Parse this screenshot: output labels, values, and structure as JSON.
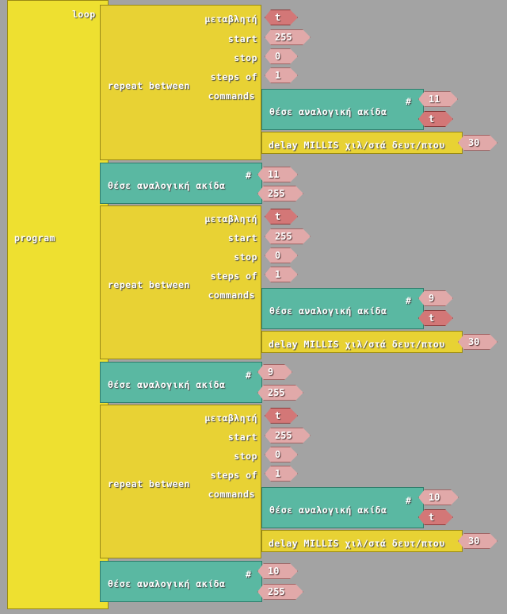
{
  "program": {
    "label": "program",
    "loop_label": "loop"
  },
  "loops": [
    {
      "repeat_label": "repeat between",
      "var_label": "μεταβλητή",
      "start_label": "start",
      "stop_label": "stop",
      "steps_label": "steps of",
      "commands_label": "commands",
      "var": "t",
      "start": "255",
      "stop": "0",
      "steps": "1",
      "analog_label": "θέσε αναλογική ακίδα",
      "pin_hash": "#",
      "pin": "11",
      "pin_value": "t",
      "delay_label": "delay MILLIS  χιλ/στά δευτ/πτου",
      "delay": "30"
    },
    {
      "repeat_label": "repeat between",
      "var_label": "μεταβλητή",
      "start_label": "start",
      "stop_label": "stop",
      "steps_label": "steps of",
      "commands_label": "commands",
      "var": "t",
      "start": "255",
      "stop": "0",
      "steps": "1",
      "analog_label": "θέσε αναλογική ακίδα",
      "pin_hash": "#",
      "pin": "9",
      "pin_value": "t",
      "delay_label": "delay MILLIS  χιλ/στά δευτ/πτου",
      "delay": "30"
    },
    {
      "repeat_label": "repeat between",
      "var_label": "μεταβλητή",
      "start_label": "start",
      "stop_label": "stop",
      "steps_label": "steps of",
      "commands_label": "commands",
      "var": "t",
      "start": "255",
      "stop": "0",
      "steps": "1",
      "analog_label": "θέσε αναλογική ακίδα",
      "pin_hash": "#",
      "pin": "10",
      "pin_value": "t",
      "delay_label": "delay MILLIS  χιλ/στά δευτ/πτου",
      "delay": "30"
    }
  ],
  "writes": [
    {
      "label": "θέσε αναλογική ακίδα",
      "hash": "#",
      "pin": "11",
      "value": "255"
    },
    {
      "label": "θέσε αναλογική ακίδα",
      "hash": "#",
      "pin": "9",
      "value": "255"
    },
    {
      "label": "θέσε αναλογική ακίδα",
      "hash": "#",
      "pin": "10",
      "value": "255"
    }
  ],
  "colors": {
    "background": "#a3a3a3",
    "control_block": "#e8d234",
    "analog_block": "#5ab8a2",
    "value_block": "#e1a9a9",
    "variable_block": "#d37777"
  }
}
